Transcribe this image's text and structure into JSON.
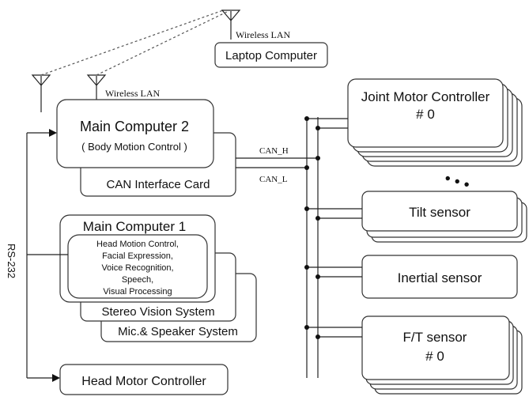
{
  "wireless_lan_top": "Wireless LAN",
  "laptop": "Laptop Computer",
  "wireless_lan_left": "Wireless LAN",
  "main2": {
    "title": "Main Computer 2",
    "subtitle": "( Body Motion Control )"
  },
  "can_card": "CAN Interface Card",
  "can_h": "CAN_H",
  "can_l": "CAN_L",
  "rs232": "RS-232",
  "main1": {
    "title": "Main Computer 1",
    "functions": [
      "Head Motion Control,",
      "Facial Expression,",
      "Voice Recognition,",
      "Speech,",
      "Visual Processing"
    ]
  },
  "stereo": "Stereo Vision System",
  "mic": "Mic.& Speaker System",
  "head_motor": "Head Motor Controller",
  "joint": {
    "line1": "Joint Motor Controller",
    "line2": "# 0"
  },
  "ellipsis": "• • •",
  "tilt": "Tilt sensor",
  "inertial": "Inertial sensor",
  "ft": {
    "line1": "F/T sensor",
    "line2": "# 0"
  }
}
